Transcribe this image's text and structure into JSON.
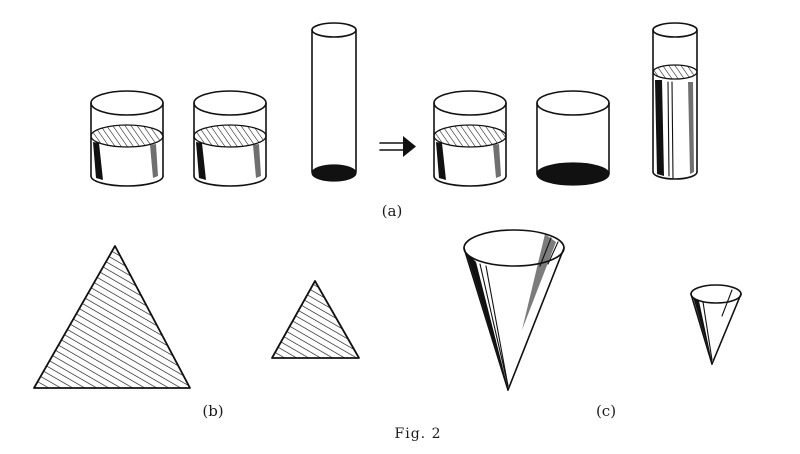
{
  "labels": {
    "a": "(a)",
    "b": "(b)",
    "c": "(c)",
    "caption": "Fig. 2"
  },
  "icons": {
    "arrow": "double-arrow-right-icon"
  }
}
